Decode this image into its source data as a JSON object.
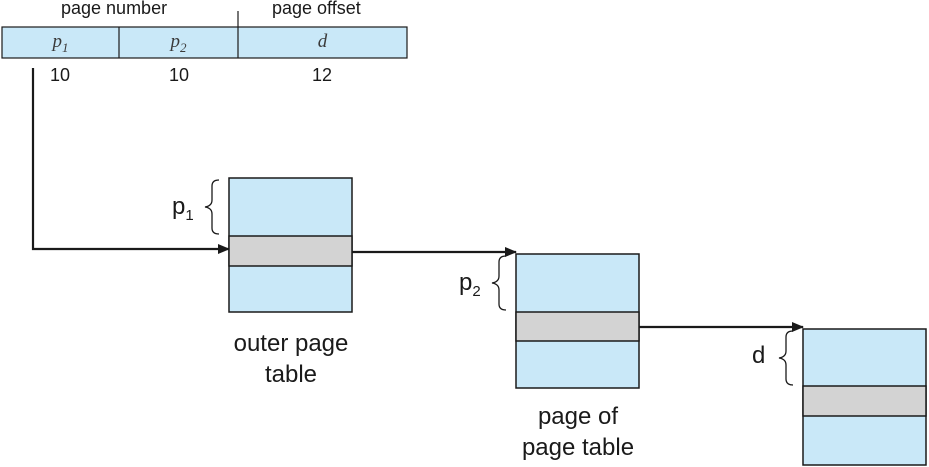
{
  "header": {
    "page_number_label": "page number",
    "page_offset_label": "page offset"
  },
  "address": {
    "fields": [
      {
        "name": "p",
        "sub": "1",
        "bits": "10"
      },
      {
        "name": "p",
        "sub": "2",
        "bits": "10"
      },
      {
        "name": "d",
        "sub": "",
        "bits": "12"
      }
    ]
  },
  "tables": {
    "outer": {
      "caption_line1": "outer page",
      "caption_line2": "table",
      "index_label": "p",
      "index_sub": "1"
    },
    "inner": {
      "caption_line1": "page of",
      "caption_line2": "page table",
      "index_label": "p",
      "index_sub": "2"
    },
    "page": {
      "index_label": "d",
      "index_sub": ""
    }
  },
  "colors": {
    "fill": "#c9e8f8",
    "highlight": "#d3d3d3",
    "stroke": "#1a1a1a"
  }
}
